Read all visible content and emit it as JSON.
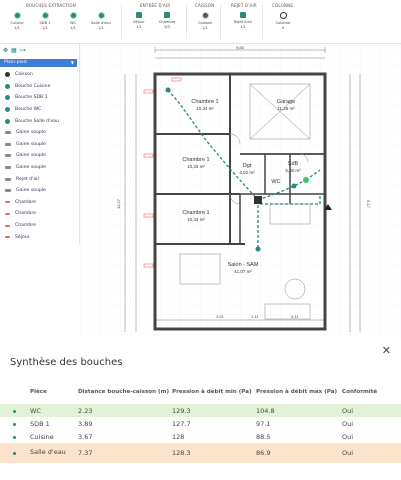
{
  "toolbar": {
    "groups": [
      {
        "title": "BOUCHES EXTRACTION",
        "items": [
          {
            "label": "Cuisine",
            "count": "1/1"
          },
          {
            "label": "SDB 1",
            "count": "1/1"
          },
          {
            "label": "WC",
            "count": "1/1"
          },
          {
            "label": "Salle d'eau",
            "count": "1/1"
          }
        ]
      },
      {
        "title": "ENTRÉE D'AIR",
        "items": [
          {
            "label": "Séjour",
            "count": "1/1"
          },
          {
            "label": "Chambre",
            "count": "3/3"
          }
        ]
      },
      {
        "title": "CAISSON",
        "items": [
          {
            "label": "Caisson",
            "count": "1/1"
          }
        ]
      },
      {
        "title": "REJET D'AIR",
        "items": [
          {
            "label": "Rejet d'air",
            "count": "1/1"
          }
        ]
      },
      {
        "title": "COLONNE",
        "items": [
          {
            "label": "Colonne",
            "count": "0"
          }
        ]
      }
    ]
  },
  "sidebar": {
    "level": "Plain-pied",
    "items": [
      {
        "label": "Caisson",
        "type": "caisson"
      },
      {
        "label": "Bouche Cuisine",
        "type": "bouche"
      },
      {
        "label": "Bouche SDB 1",
        "type": "bouche"
      },
      {
        "label": "Bouche WC",
        "type": "bouche"
      },
      {
        "label": "Bouche Salle d'eau",
        "type": "bouche"
      },
      {
        "label": "Gaine souple",
        "type": "gaine"
      },
      {
        "label": "Gaine souple",
        "type": "gaine"
      },
      {
        "label": "Gaine souple",
        "type": "gaine"
      },
      {
        "label": "Gaine souple",
        "type": "gaine"
      },
      {
        "label": "Rejet d'air",
        "type": "gaine"
      },
      {
        "label": "Gaine souple",
        "type": "gaine"
      },
      {
        "label": "Chambre",
        "type": "room"
      },
      {
        "label": "Chambre",
        "type": "room"
      },
      {
        "label": "Chambre",
        "type": "room"
      },
      {
        "label": "Séjour",
        "type": "room"
      }
    ]
  },
  "plan": {
    "rooms": [
      {
        "name": "Chambre 1",
        "area": "10,34 m²"
      },
      {
        "name": "Garage",
        "area": "11,25 m²"
      },
      {
        "name": "Dgt",
        "area": "4,02 m²"
      },
      {
        "name": "SdB",
        "area": "5,30 m²"
      },
      {
        "name": "Chambre 1",
        "area": "10,33 m²"
      },
      {
        "name": "WC",
        "area": ""
      },
      {
        "name": "Chambre 1",
        "area": "10,33 m²"
      },
      {
        "name": "Salon - SAM",
        "area": "41,07 m²"
      }
    ],
    "dims": {
      "top_total": "9,85",
      "right_total": "9,17",
      "left_total": "10,27",
      "bottom_a": "3,21",
      "bottom_b": "1,11",
      "bottom_c": "6,11"
    }
  },
  "panel": {
    "title": "Synthèse des bouches",
    "headers": [
      "Pièce",
      "Distance bouche-caisson (m)",
      "Pression à débit min (Pa)",
      "Pression à débit max (Pa)",
      "Conformité"
    ],
    "rows": [
      {
        "piece": "WC",
        "distance": "2.23",
        "pmin": "129.3",
        "pmax": "104.8",
        "conf": "Oui",
        "status": "ok"
      },
      {
        "piece": "SDB 1",
        "distance": "3.89",
        "pmin": "127.7",
        "pmax": "97.1",
        "conf": "Oui",
        "status": "none"
      },
      {
        "piece": "Cuisine",
        "distance": "3.67",
        "pmin": "128",
        "pmax": "88.5",
        "conf": "Oui",
        "status": "none"
      },
      {
        "piece": "Salle d'eau",
        "distance": "7.37",
        "pmin": "128.3",
        "pmax": "86.9",
        "conf": "Oui",
        "status": "warn"
      }
    ]
  },
  "colors": {
    "accent": "#3d7dd6",
    "teal": "#2a8a7d",
    "ok_row": "#e2f2d9",
    "warn_row": "#fbe3cc"
  }
}
